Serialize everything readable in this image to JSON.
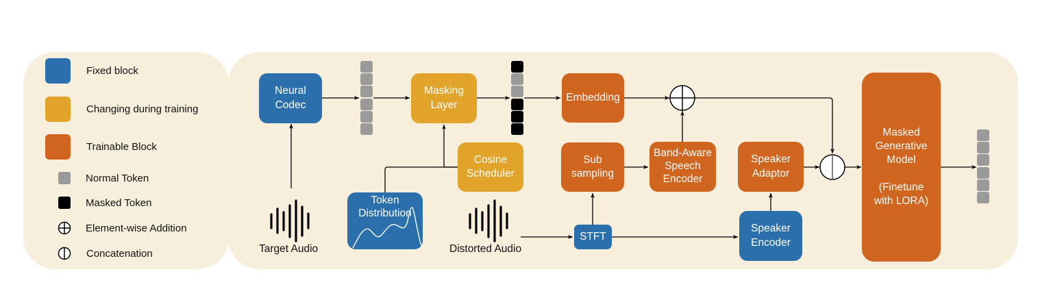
{
  "legend": {
    "items": [
      {
        "kind": "swatch",
        "label": "Fixed block",
        "color": "#2b6fad"
      },
      {
        "kind": "swatch",
        "label": "Changing during training",
        "color": "#e2a32a"
      },
      {
        "kind": "swatch",
        "label": "Trainable Block",
        "color": "#d0651f"
      },
      {
        "kind": "token",
        "label": "Normal Token",
        "color": "#9a9a9a"
      },
      {
        "kind": "token",
        "label": "Masked Token",
        "color": "#000000"
      },
      {
        "kind": "symbol",
        "label": "Element-wise Addition",
        "icon": "circle-plus-icon"
      },
      {
        "kind": "symbol",
        "label": "Concatenation",
        "icon": "circle-vertical-bar-icon"
      }
    ]
  },
  "blocks": {
    "neural_codec": {
      "label": "Neural\nCodec",
      "type": "fixed"
    },
    "masking_layer": {
      "label": "Masking\nLayer",
      "type": "changing"
    },
    "cosine_scheduler": {
      "label": "Cosine\nScheduler",
      "type": "changing"
    },
    "token_distribution": {
      "label": "Token\nDistribution",
      "type": "fixed"
    },
    "embedding": {
      "label": "Embedding",
      "type": "trainable"
    },
    "sub_sampling": {
      "label": "Sub\nsampling",
      "type": "trainable"
    },
    "band_aware_encoder": {
      "label": "Band-Aware\nSpeech\nEncoder",
      "type": "trainable"
    },
    "speaker_adaptor": {
      "label": "Speaker\nAdaptor",
      "type": "trainable"
    },
    "speaker_encoder": {
      "label": "Speaker\nEncoder",
      "type": "fixed"
    },
    "stft": {
      "label": "STFT",
      "type": "fixed"
    },
    "masked_generative_model": {
      "label": "Masked\nGenerative\nModel\n\n(Finetune\nwith LORA)",
      "type": "trainable"
    }
  },
  "token_columns": {
    "codec_output": [
      "normal",
      "normal",
      "normal",
      "normal",
      "normal",
      "normal"
    ],
    "masked_output": [
      "masked",
      "normal",
      "normal",
      "masked",
      "masked",
      "masked"
    ],
    "model_output": [
      "normal",
      "normal",
      "normal",
      "normal",
      "normal",
      "normal"
    ]
  },
  "captions": {
    "target_audio": "Target Audio",
    "distorted_audio": "Distorted Audio"
  },
  "operators": {
    "addition": "element-wise addition",
    "concatenation": "concatenation"
  }
}
